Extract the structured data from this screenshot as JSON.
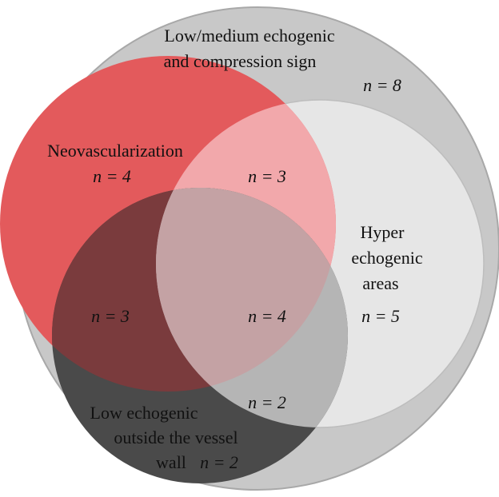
{
  "colors": {
    "outer": "#c8c8c8",
    "outer_stroke": "#a8a8a8",
    "hyper": "#e6e6e6",
    "hyper_stroke": "#bdbdbd",
    "neo": "#e35a5c",
    "neo_hyper_overlap": "#f2a8ab",
    "low": "#4a4a4a",
    "low_neo_overlap": "#7a3b3d",
    "low_hyper_overlap": "#b5b5b5",
    "center": "#c4a2a4"
  },
  "labels": {
    "outer_line1": "Low/medium  echogenic",
    "outer_line2": "and compression  sign",
    "outer_n": "n = 8",
    "neo_title": "Neovascularization",
    "neo_n": "n = 4",
    "neo_hyper_n": "n = 3",
    "hyper_line1": "Hyper",
    "hyper_line2": "echogenic",
    "hyper_line3": "areas",
    "hyper_n": "n = 5",
    "neo_low_n": "n = 3",
    "center_n": "n = 4",
    "low_hyper_n": "n = 2",
    "low_line1": "Low echogenic",
    "low_line2": "outside the vessel",
    "low_line3": "wall",
    "low_n": "n = 2"
  }
}
